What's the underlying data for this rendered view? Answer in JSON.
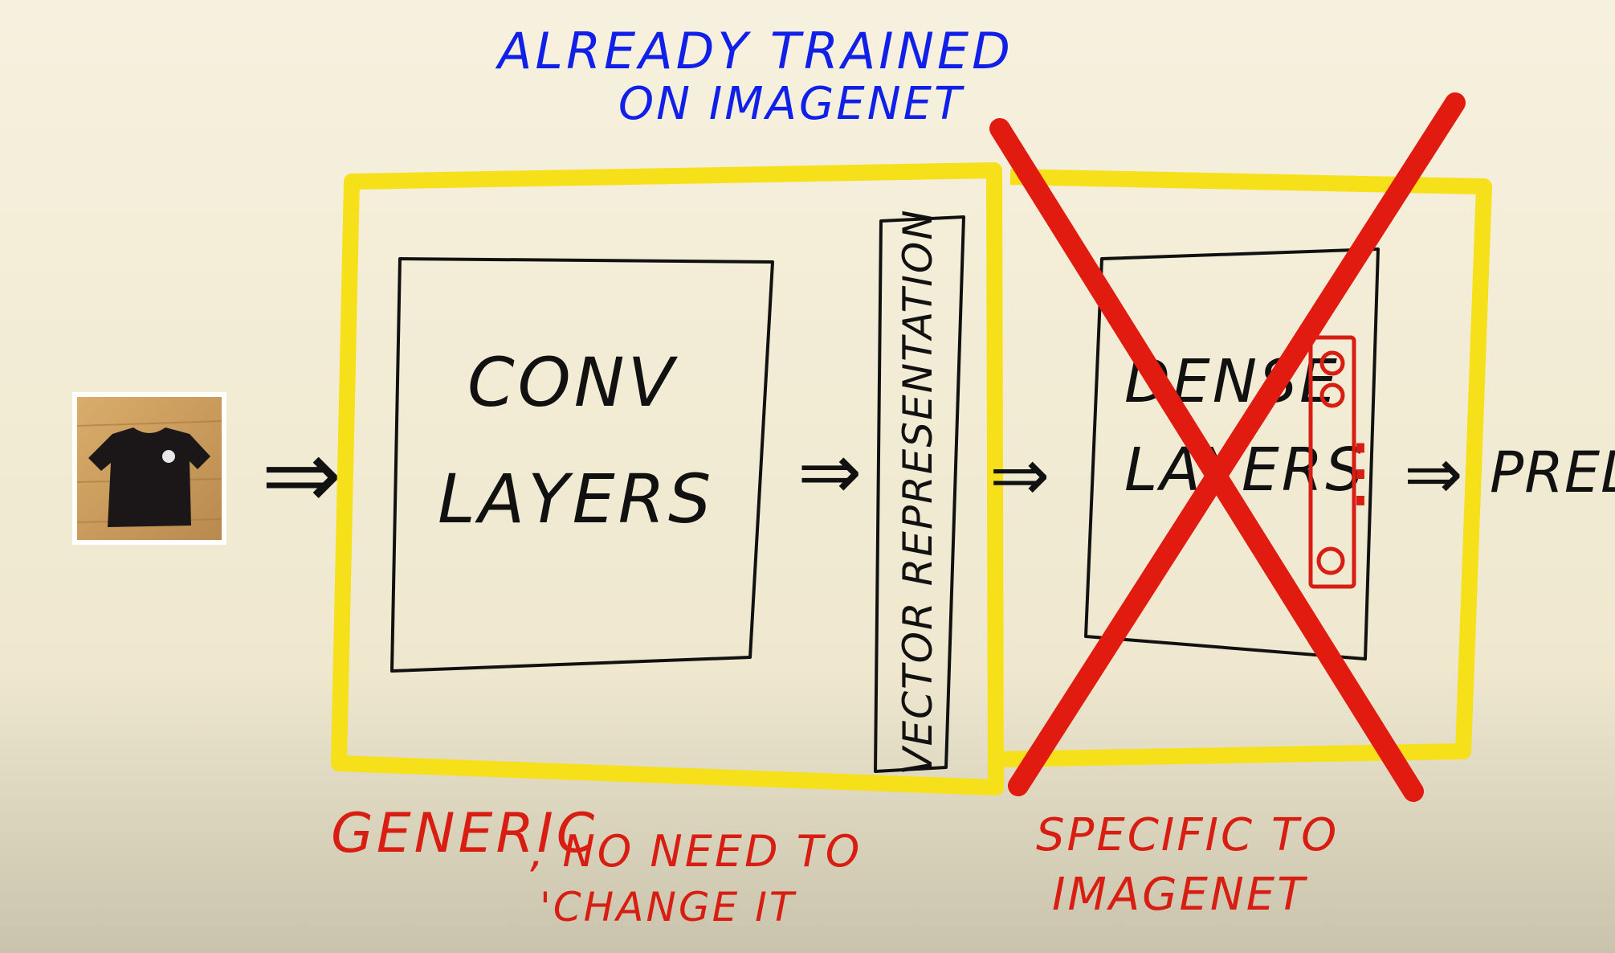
{
  "header": {
    "line1": "ALREADY TRAINED",
    "line2": "ON IMAGENET"
  },
  "conv_block": {
    "line1": "CONV",
    "line2": "LAYERS"
  },
  "vector": {
    "label": "VECTOR REPRESENTATION"
  },
  "dense_block": {
    "line1": "DENSE",
    "line2": "LAYERS",
    "neuron_dots": "⋮"
  },
  "output": {
    "label": "PRED"
  },
  "arrows": {
    "symbol": "⇒"
  },
  "captions": {
    "generic_line1": "GENERIC",
    "generic_line2": ", NO NEED TO",
    "generic_line3": "'CHANGE IT",
    "specific_line1": "SPECIFIC TO",
    "specific_line2": "IMAGENET"
  },
  "colors": {
    "background": "#f5efd9",
    "highlight_yellow": "#f6e01a",
    "ink_black": "#111111",
    "ink_blue": "#1020e8",
    "ink_red": "#d81e12",
    "shirt": "#1b1618",
    "photo_floor": "#c89a5a"
  }
}
